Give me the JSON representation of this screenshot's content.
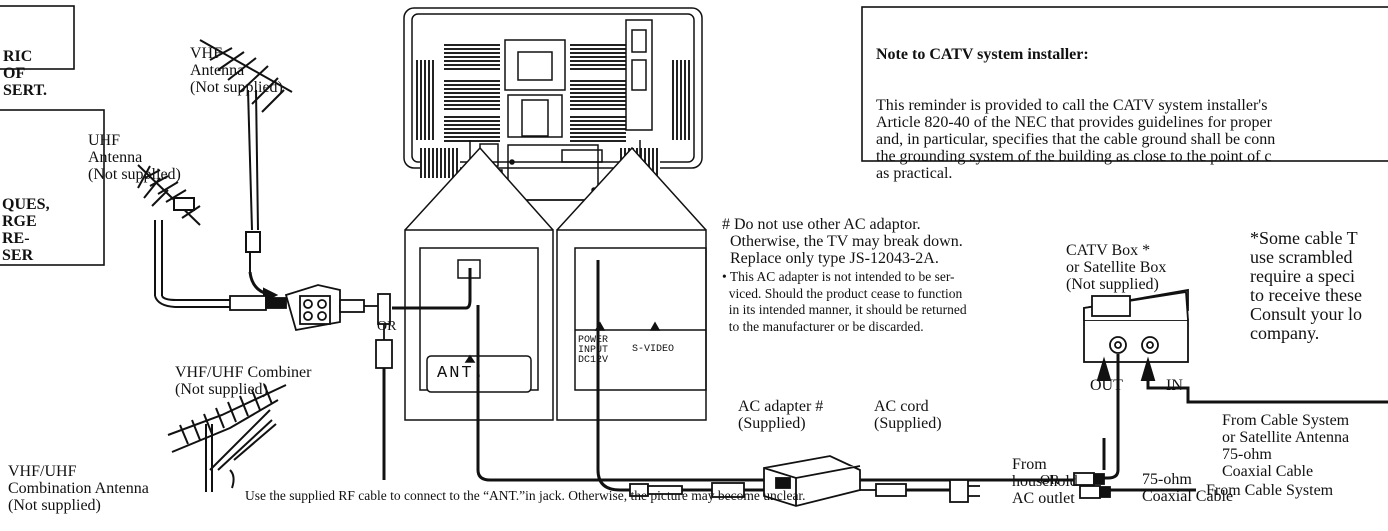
{
  "left_box_top": {
    "lines": [
      "RIC",
      "OF",
      "SERT."
    ]
  },
  "left_box_bottom": {
    "lines": [
      "QUES,",
      "RGE",
      "RE-",
      "SER"
    ]
  },
  "vhf_antenna": {
    "line1": "VHF",
    "line2": "Antenna",
    "line3": "(Not supplied)"
  },
  "uhf_antenna": {
    "line1": "UHF",
    "line2": "Antenna",
    "line3": "(Not supplied)"
  },
  "combiner": {
    "line1": "VHF/UHF Combiner",
    "line2": "(Not supplied)"
  },
  "combo_antenna": {
    "line1": "VHF/UHF",
    "line2": "Combination Antenna",
    "line3": "(Not supplied)"
  },
  "or_labels": {
    "left": "OR",
    "bottom": "OR"
  },
  "tv_panel": {
    "ant": "ANT.",
    "power_input": [
      "POWER",
      "INPUT",
      "DC12V"
    ],
    "svideo": "S-VIDEO"
  },
  "catv_note": {
    "title": "Note to CATV system installer:",
    "lines": [
      "This reminder is provided to call the CATV system installer's",
      "Article 820-40 of the NEC that provides guidelines for proper",
      "and, in particular, specifies that the cable ground shall be conn",
      "the grounding system of the building as close to the point of c",
      "as practical."
    ]
  },
  "adaptor_note": {
    "hash_lines": [
      "# Do not use other AC adaptor.",
      "  Otherwise, the TV may break down.",
      "  Replace only type JS-12043-2A."
    ],
    "bullet_lines": [
      "• This AC adapter is not intended to be ser-",
      "  viced. Should the product cease to function",
      "  in its intended manner, it should be returned",
      "  to the manufacturer or be discarded."
    ]
  },
  "catv_box": {
    "line1": "CATV Box *",
    "line2": "or Satellite Box",
    "line3": "(Not supplied)",
    "out": "OUT",
    "in": "IN"
  },
  "scrambled_note": {
    "lines": [
      "*Some cable T",
      "use scrambled",
      "require a speci",
      "to receive these",
      "Consult your lo",
      "company."
    ]
  },
  "ac_adapter": {
    "line1": "AC adapter #",
    "line2": "(Supplied)"
  },
  "ac_cord": {
    "line1": "AC cord",
    "line2": "(Supplied)"
  },
  "household": {
    "line1": "From",
    "line2": "household",
    "line3": "AC outlet"
  },
  "from_cable_system_top": {
    "line1": "From Cable System",
    "line2": "or Satellite Antenna",
    "line3": "75-ohm",
    "line4": "Coaxial Cable"
  },
  "coax_mid": {
    "line1": "75-ohm",
    "line2": "Coaxial Cable"
  },
  "from_cable_system_bottom": "From Cable System",
  "rf_note": "Use the supplied RF cable to connect to the “ANT.”in jack. Otherwise, the picture may become unclear."
}
